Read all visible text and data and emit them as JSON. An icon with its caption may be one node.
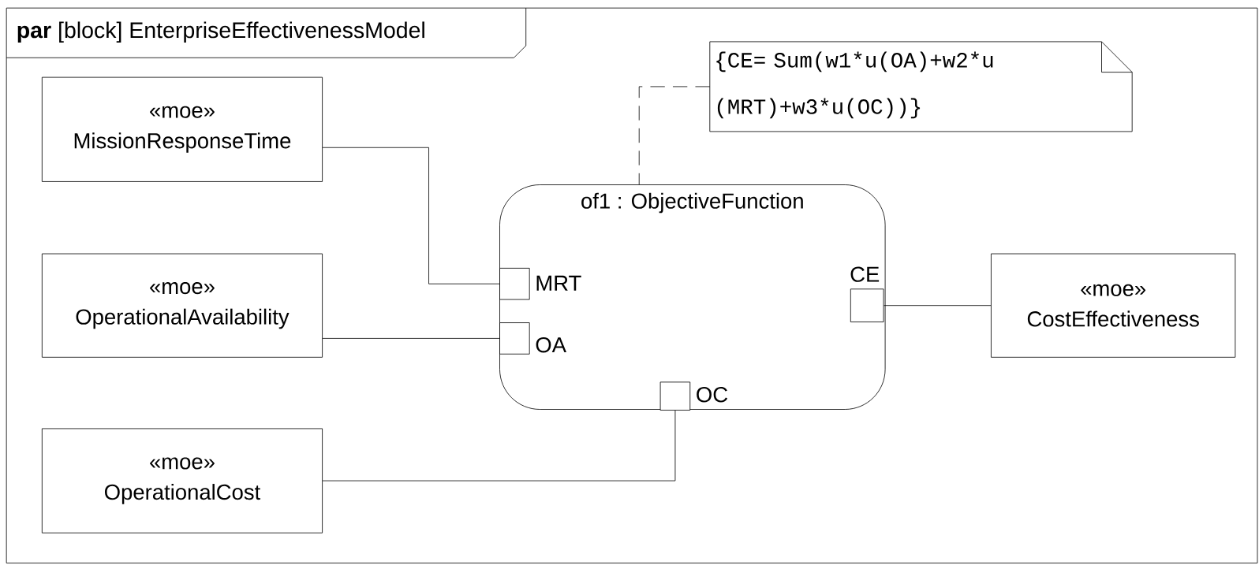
{
  "diagram": {
    "nodes": [
      {
        "text": [
          "**par** [block] EnterpriseEffectivenessModel"
        ]
      },
      {
        "text": [
          "«moe»",
          "MissionResponseTime"
        ],
        "in": 0
      },
      {
        "text": [
          "«moe»",
          "OperationalAvailability"
        ],
        "in": 0
      },
      {
        "text": [
          "«moe»",
          "OperationalCost"
        ],
        "in": 0
      },
      {
        "text": [
          "{CE= Sum(w1*u(OA)+w2*u (MRT)+w3*u(OC))}"
        ],
        "in": 0
      },
      {
        "text": [
          "of1 : ObjectiveFunction"
        ],
        "in": 0
      },
      {
        "text": [
          "MRT"
        ],
        "in": 5
      },
      {
        "text": [
          "OA"
        ],
        "in": 5
      },
      {
        "text": [
          "CE"
        ],
        "in": 5
      },
      {
        "text": [
          "OC"
        ],
        "in": 5
      },
      {
        "text": [
          "«moe»",
          "CostEffectiveness"
        ],
        "in": 0
      }
    ],
    "edges": [
      {
        "from": 1,
        "to": 6,
        "arrow": "none"
      },
      {
        "from": 2,
        "to": 7,
        "arrow": "none"
      },
      {
        "from": 3,
        "to": 9,
        "arrow": "none"
      },
      {
        "from": 8,
        "to": 10,
        "arrow": "none"
      },
      {
        "from": 4,
        "to": 5,
        "arrow": "none",
        "style": "dashed"
      }
    ]
  }
}
